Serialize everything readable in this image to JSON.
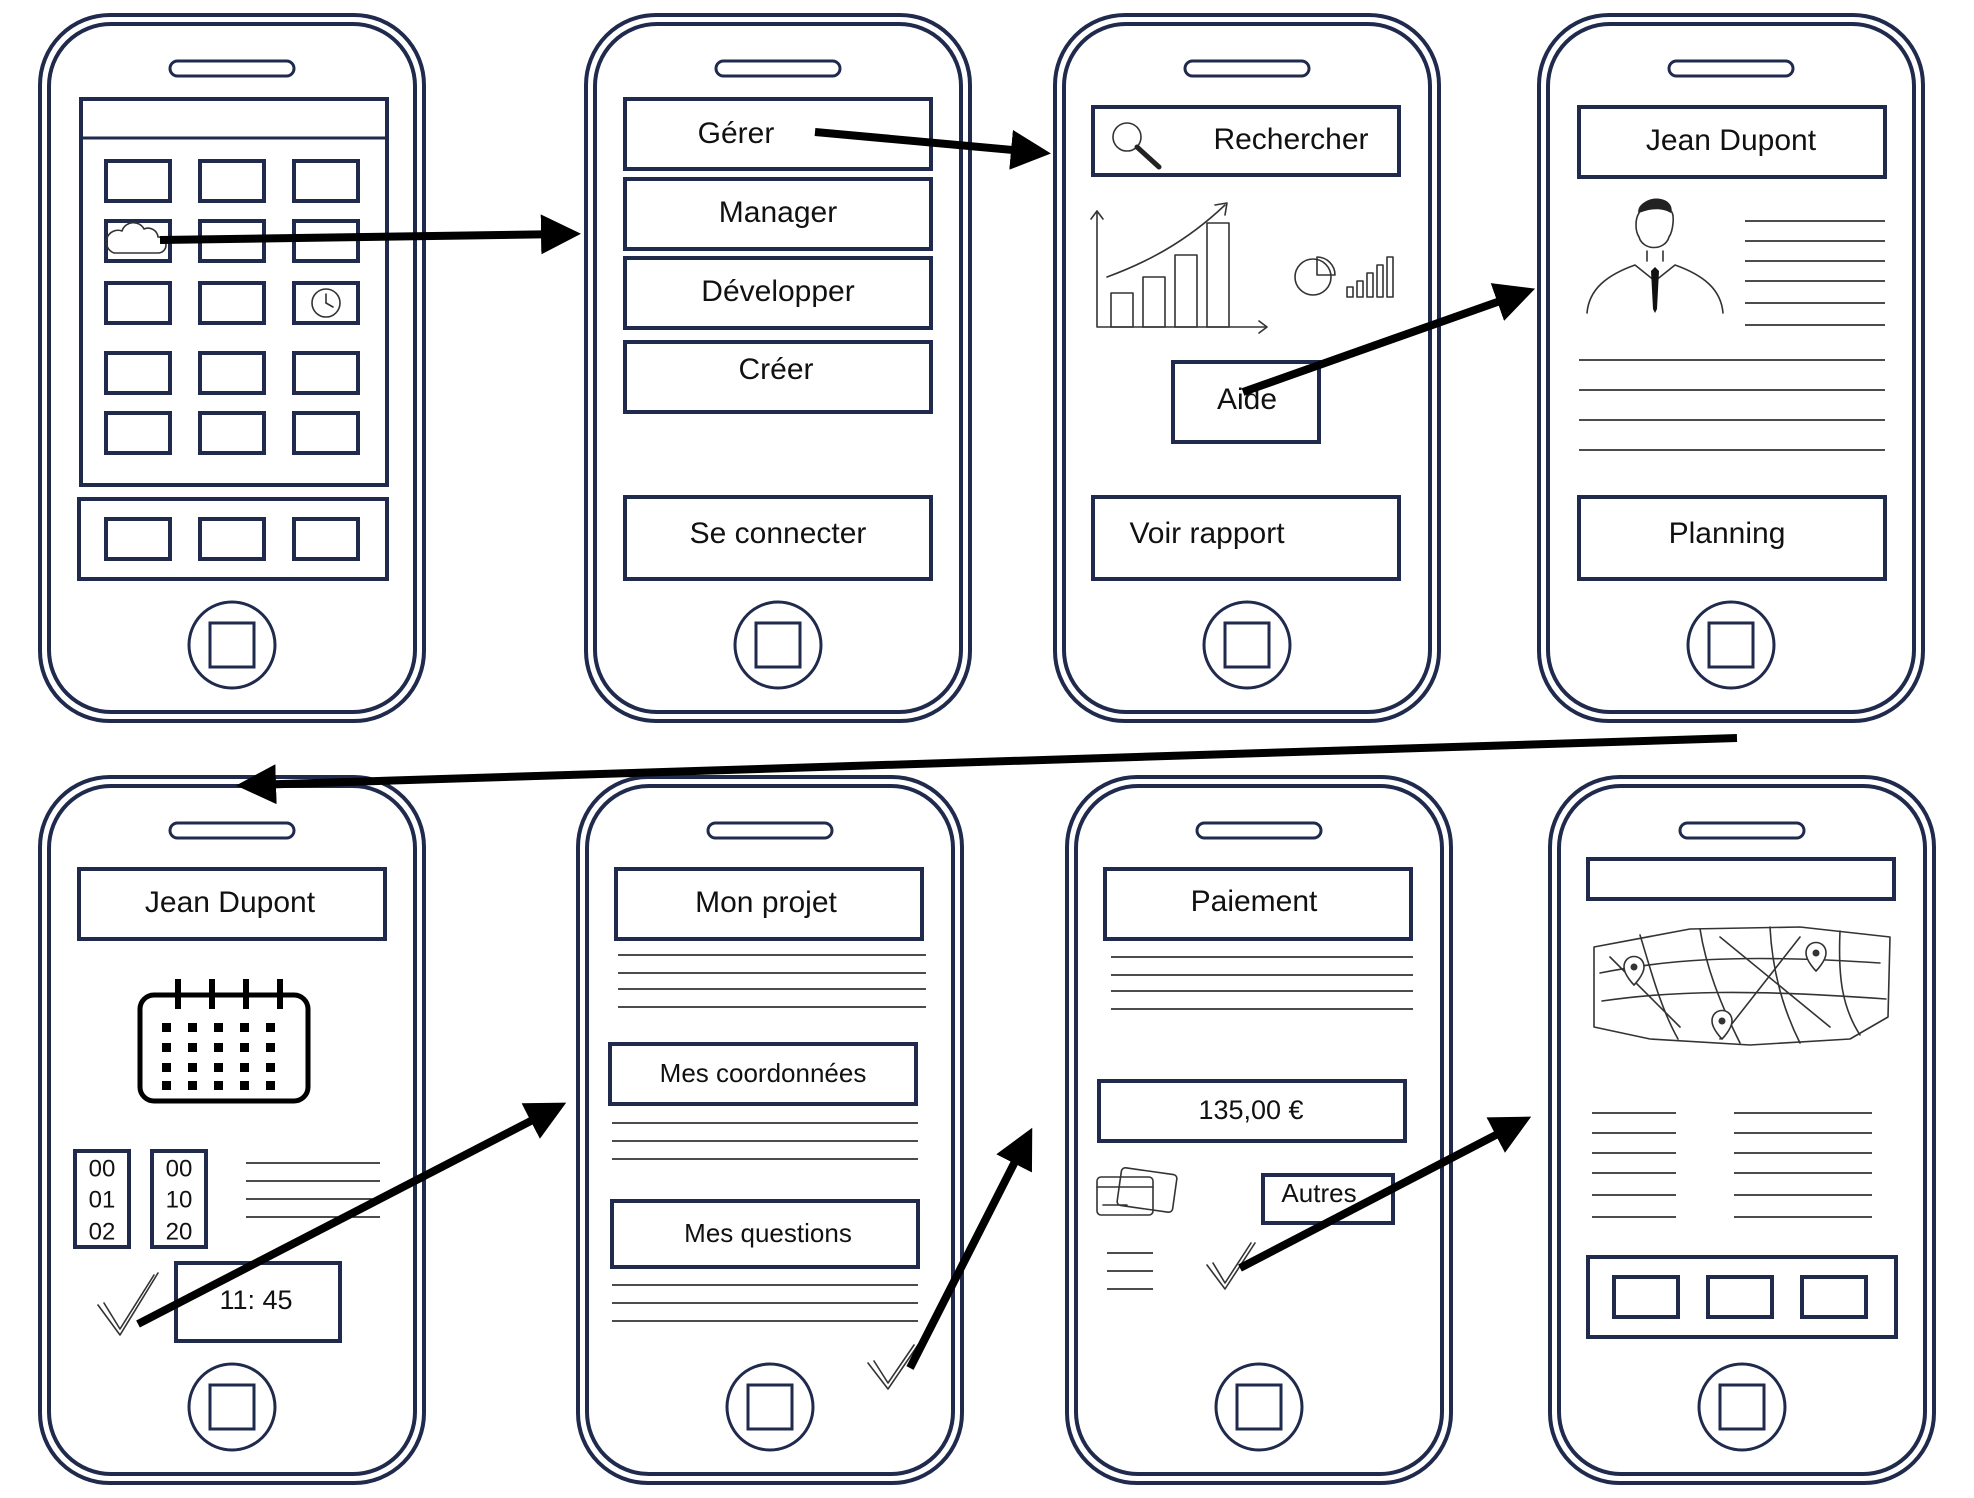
{
  "screen1": {
    "icons": [
      "cloud-icon",
      "clock-icon"
    ]
  },
  "screen2": {
    "buttons": [
      "Gérer",
      "Manager",
      "Développer",
      "Créer"
    ],
    "login": "Se connecter"
  },
  "screen3": {
    "search": "Rechercher",
    "help": "Aide",
    "report": "Voir rapport",
    "icons": [
      "magnifier-icon",
      "growth-chart-icon",
      "pie-chart-icon",
      "signal-bars-icon"
    ]
  },
  "screen4": {
    "name": "Jean Dupont",
    "planning": "Planning",
    "icons": [
      "person-avatar-icon"
    ]
  },
  "screen5": {
    "name": "Jean Dupont",
    "col1": [
      "00",
      "01",
      "02"
    ],
    "col2": [
      "00",
      "10",
      "20"
    ],
    "time": "11: 45",
    "icons": [
      "calendar-icon",
      "checkmark-icon"
    ]
  },
  "screen6": {
    "title": "Mon projet",
    "contact": "Mes coordonnées",
    "questions": "Mes questions",
    "icons": [
      "checkmark-icon"
    ]
  },
  "screen7": {
    "title": "Paiement",
    "amount": "135,00 €",
    "others": "Autres",
    "icons": [
      "credit-cards-icon",
      "checkmark-icon"
    ]
  },
  "screen8": {
    "icons": [
      "city-map-icon",
      "map-pin-icon"
    ]
  },
  "colors": {
    "frame": "#1f2a4d",
    "arrow": "#000000"
  }
}
